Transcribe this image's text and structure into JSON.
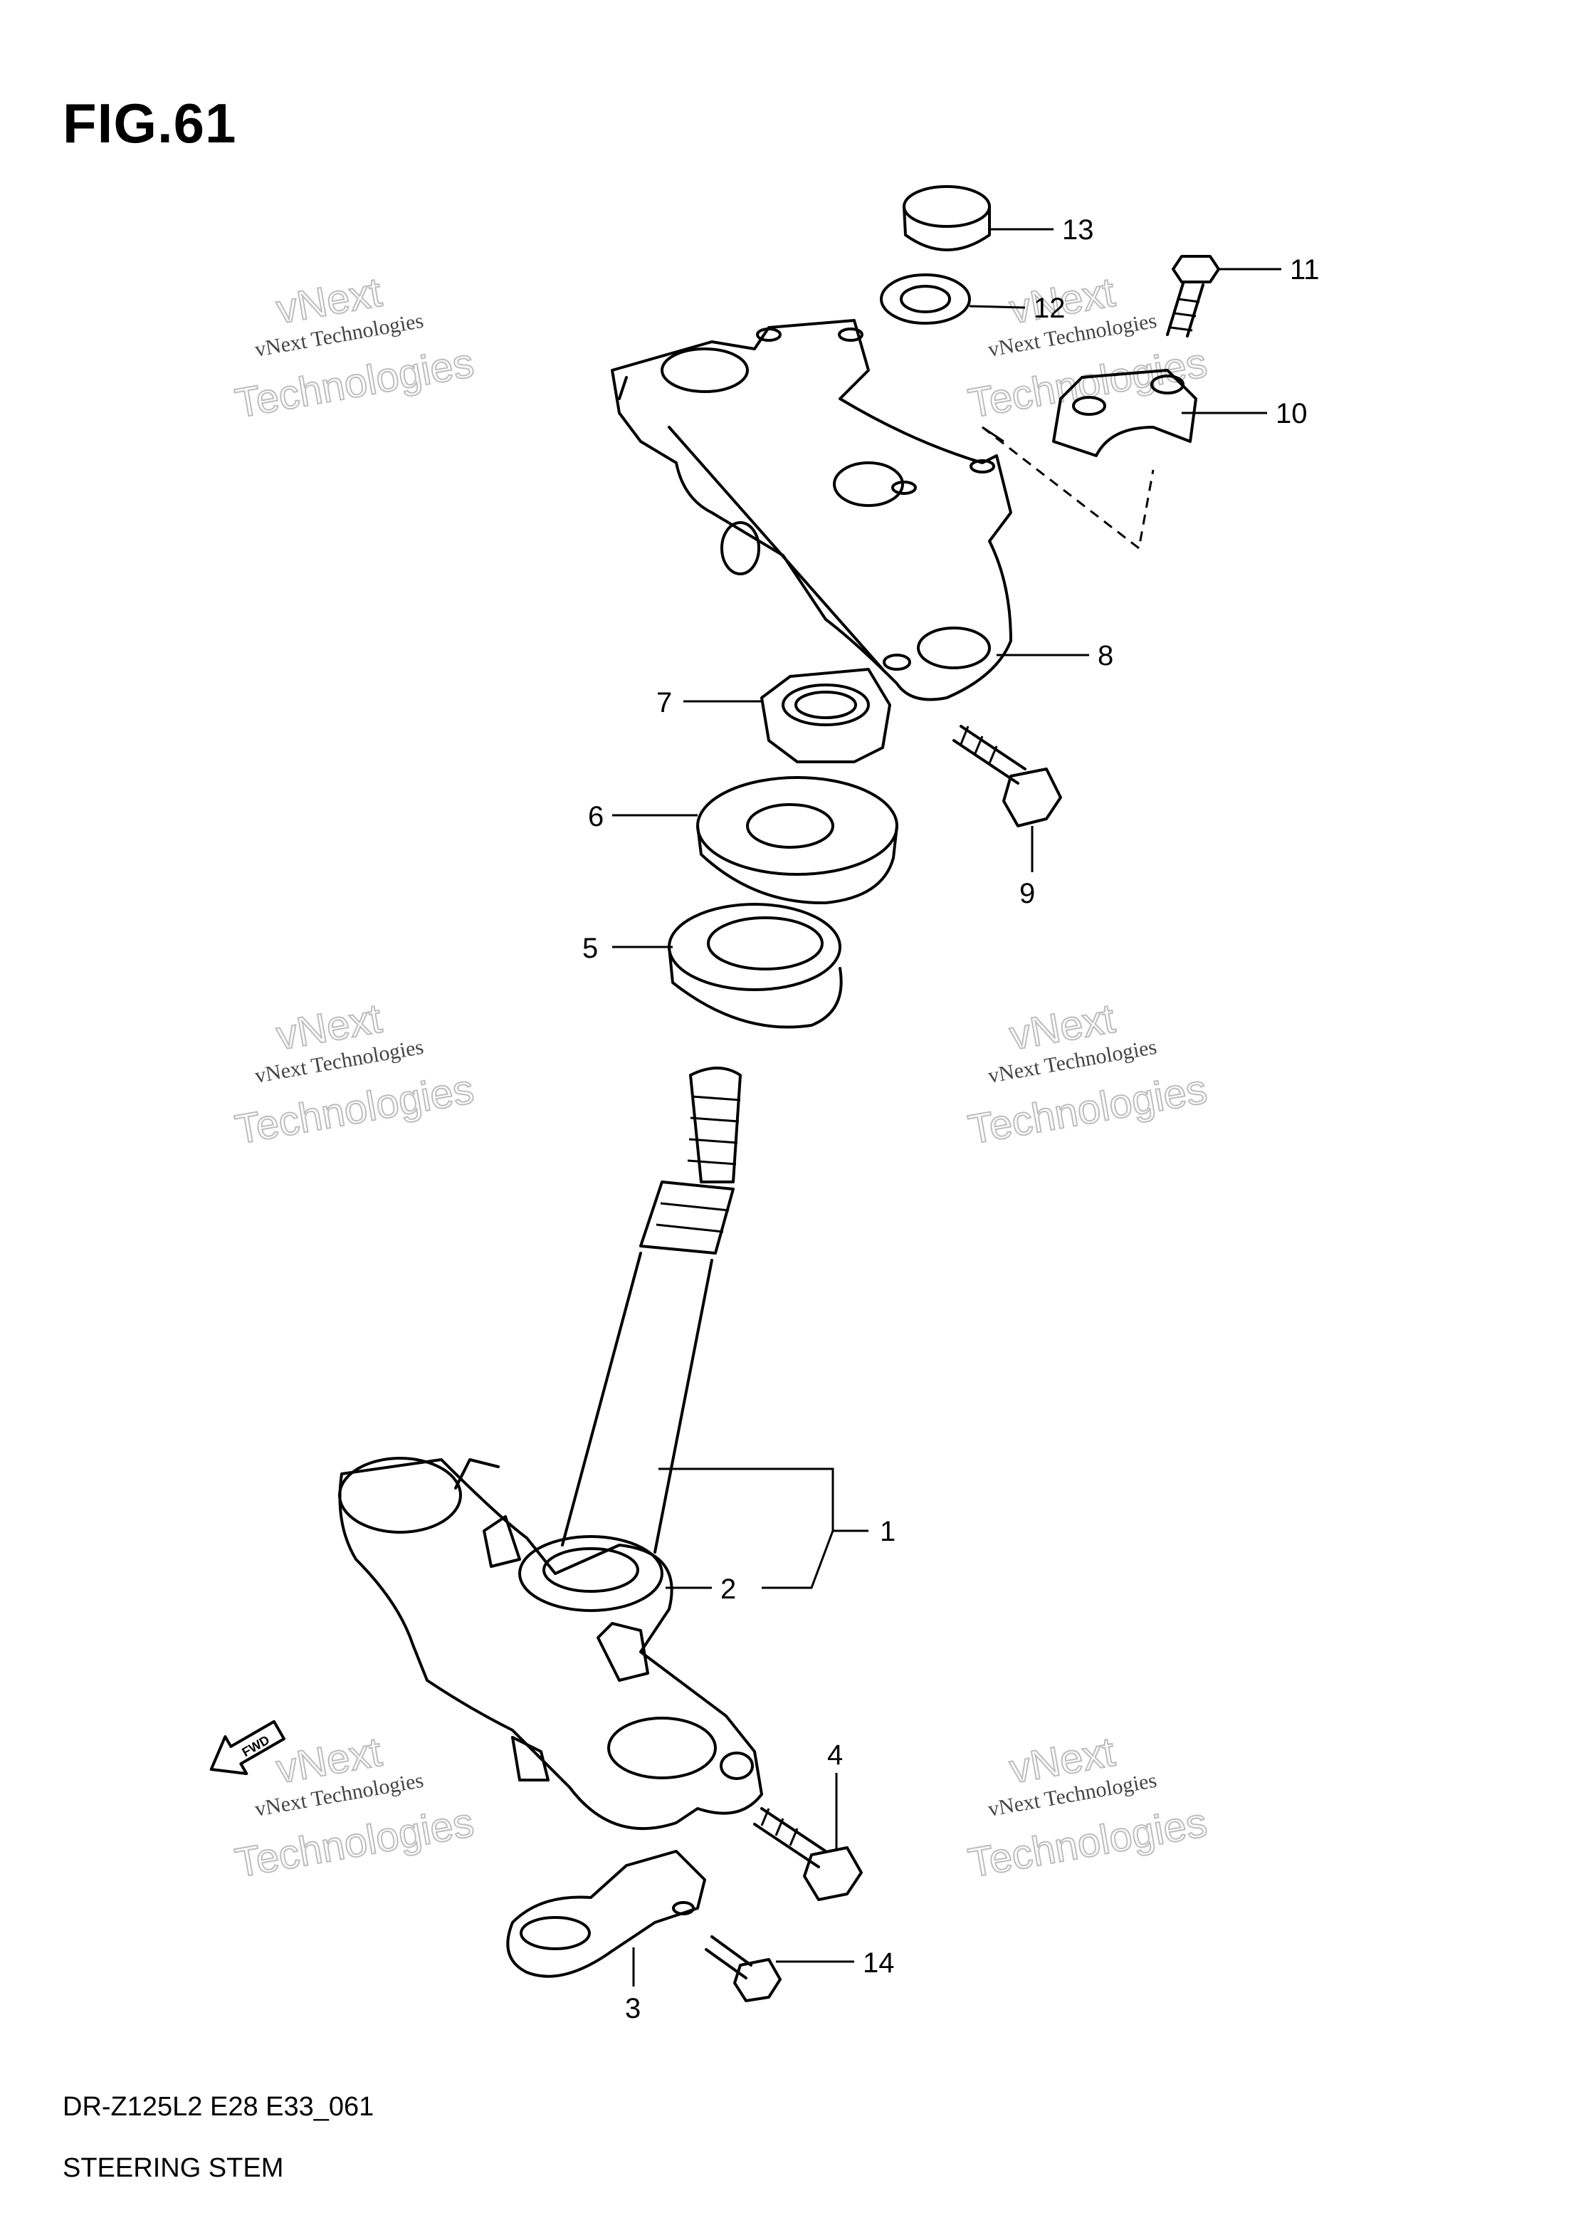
{
  "figure": {
    "title": "FIG.61",
    "model_code": "DR-Z125L2 E28 E33_061",
    "name": "STEERING STEM"
  },
  "watermark": {
    "line1": "vNext Technologies",
    "line2": "vNext",
    "line3": "Technologies"
  },
  "fwd_label": "FWD",
  "callouts": [
    {
      "id": "13",
      "label": "13"
    },
    {
      "id": "12",
      "label": "12"
    },
    {
      "id": "11",
      "label": "11"
    },
    {
      "id": "10",
      "label": "10"
    },
    {
      "id": "8",
      "label": "8"
    },
    {
      "id": "7",
      "label": "7"
    },
    {
      "id": "6",
      "label": "6"
    },
    {
      "id": "9",
      "label": "9"
    },
    {
      "id": "5",
      "label": "5"
    },
    {
      "id": "1",
      "label": "1"
    },
    {
      "id": "2",
      "label": "2"
    },
    {
      "id": "4",
      "label": "4"
    },
    {
      "id": "14",
      "label": "14"
    },
    {
      "id": "3",
      "label": "3"
    }
  ]
}
